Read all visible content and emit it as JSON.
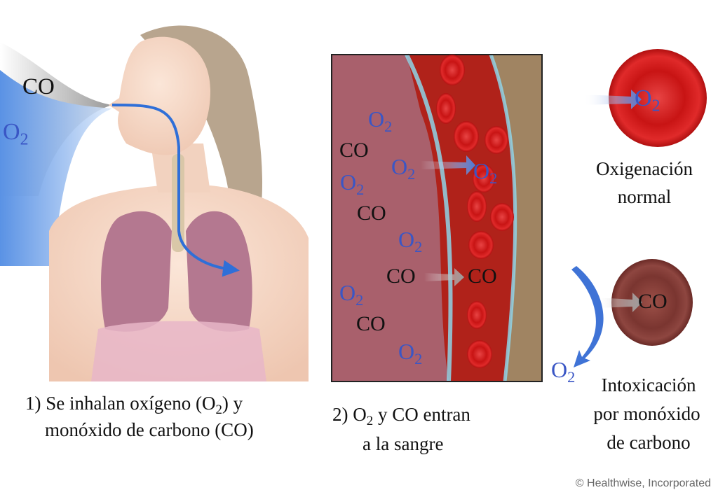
{
  "panel1": {
    "gas_co": "CO",
    "gas_o2": "O",
    "gas_o2_sub": "2",
    "caption_l1_a": "1) Se inhalan oxígeno (O",
    "caption_l1_sub": "2",
    "caption_l1_b": ") y",
    "caption_l2": "monóxido de carbono (CO)"
  },
  "panel2": {
    "o2_main": "O",
    "o2_sub": "2",
    "co": "CO",
    "caption_l1_a": "2) O",
    "caption_l1_sub": "2",
    "caption_l1_b": " y CO entran",
    "caption_l2": "a la sangre"
  },
  "panel3": {
    "normal_gas": "O",
    "normal_gas_sub": "2",
    "normal_l1": "Oxigenación",
    "normal_l2": "normal",
    "poison_gas_in": "CO",
    "poison_gas_out": "O",
    "poison_gas_out_sub": "2",
    "poison_l1": "Intoxicación",
    "poison_l2": "por monóxido",
    "poison_l3": "de carbono"
  },
  "credit": "© Healthwise, Incorporated",
  "colors": {
    "o2_text": "#3a56c5",
    "vessel": "#b0221a",
    "tissue": "#a9606c",
    "rbc_normal": "#d81f1f",
    "rbc_poisoned": "#8a3b35"
  }
}
